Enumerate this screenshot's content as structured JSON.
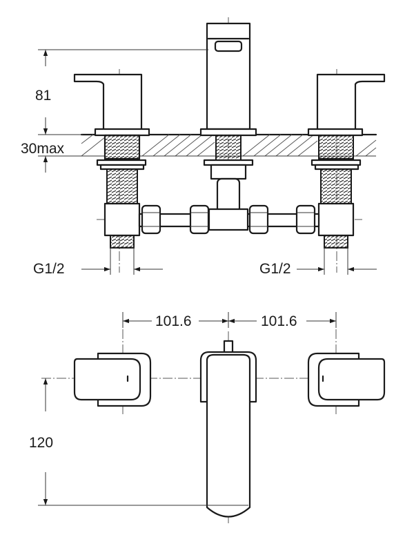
{
  "dimensions": {
    "spout_height": "81",
    "deck_thickness": "30max",
    "left_thread": "G1/2",
    "right_thread": "G1/2",
    "spacing_left": "101.6",
    "spacing_right": "101.6",
    "spout_reach": "120"
  }
}
